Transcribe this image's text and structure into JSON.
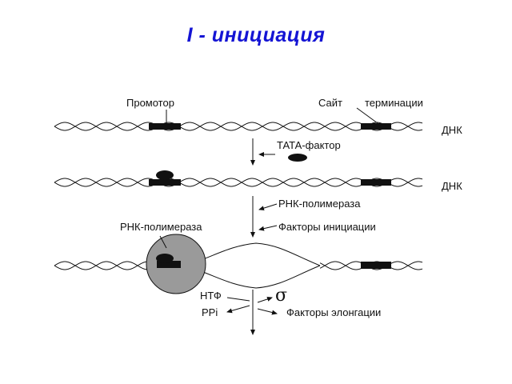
{
  "title": "I - инициация",
  "labels": {
    "promoter": "Промотор",
    "site": "Сайт",
    "termination": "терминации",
    "dna1": "ДНК",
    "tata_factor": "ТАТА-фактор",
    "dna2": "ДНК",
    "rna_polymerase_arrow": "РНК-полимераза",
    "initiation_factors": "Факторы инициации",
    "rna_polymerase_complex": "РНК-полимераза",
    "ntp": "НТФ",
    "ppi": "PPi",
    "sigma": "σ",
    "elongation_factors": "Факторы элонгации"
  },
  "colors": {
    "title": "#1414d4",
    "lines": "#111111",
    "polymerase_fill": "#9a9a9a"
  }
}
